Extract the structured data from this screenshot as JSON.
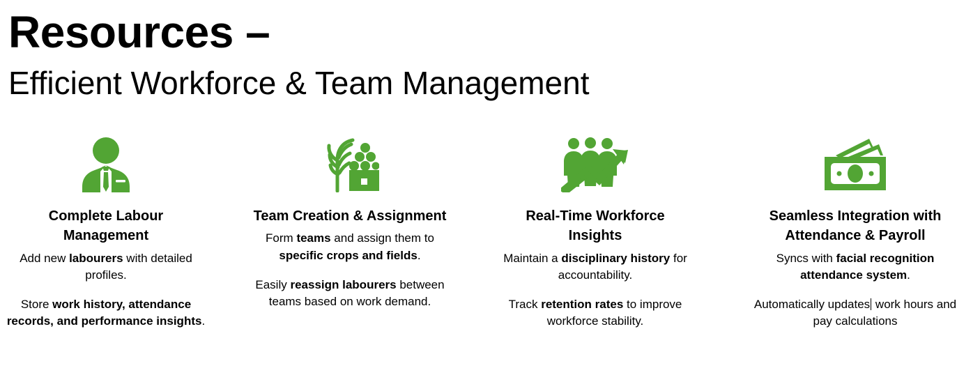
{
  "slide": {
    "background_color": "#ffffff",
    "accent_color": "#52a534",
    "text_color": "#000000"
  },
  "heading": {
    "title": "Resources –",
    "subtitle": "Efficient Workforce & Team Management"
  },
  "columns": [
    {
      "icon": "businessman-icon",
      "title": "Complete Labour Management",
      "paragraphs": [
        [
          {
            "text": "Add new ",
            "bold": false
          },
          {
            "text": "labourers",
            "bold": true
          },
          {
            "text": " with detailed profiles.",
            "bold": false
          }
        ],
        [
          {
            "text": "Store ",
            "bold": false
          },
          {
            "text": "work history, attendance records, and performance insights",
            "bold": true
          },
          {
            "text": ".",
            "bold": false
          }
        ]
      ]
    },
    {
      "icon": "crop-harvest-basket-icon",
      "title": "Team Creation & Assignment",
      "paragraphs": [
        [
          {
            "text": "Form ",
            "bold": false
          },
          {
            "text": "teams",
            "bold": true
          },
          {
            "text": " and assign them to ",
            "bold": false
          },
          {
            "text": "specific crops and fields",
            "bold": true
          },
          {
            "text": ".",
            "bold": false
          }
        ],
        [
          {
            "text": "Easily ",
            "bold": false
          },
          {
            "text": "reassign labourers",
            "bold": true
          },
          {
            "text": " between teams based on work demand.",
            "bold": false
          }
        ]
      ]
    },
    {
      "icon": "people-growth-chart-icon",
      "title": "Real-Time Workforce Insights",
      "paragraphs": [
        [
          {
            "text": "Maintain a ",
            "bold": false
          },
          {
            "text": "disciplinary history",
            "bold": true
          },
          {
            "text": " for accountability.",
            "bold": false
          }
        ],
        [
          {
            "text": "Track ",
            "bold": false
          },
          {
            "text": "retention rates",
            "bold": true
          },
          {
            "text": " to improve workforce stability.",
            "bold": false
          }
        ]
      ]
    },
    {
      "icon": "banknote-money-icon",
      "title": "Seamless Integration with Attendance & Payroll",
      "paragraphs": [
        [
          {
            "text": "Syncs with ",
            "bold": false
          },
          {
            "text": "facial recognition attendance system",
            "bold": true
          },
          {
            "text": ".",
            "bold": false
          }
        ],
        [
          {
            "text": "Automatically updates",
            "bold": false
          },
          {
            "caret": true
          },
          {
            "text": " work hours and pay calculations",
            "bold": false
          }
        ]
      ]
    }
  ]
}
